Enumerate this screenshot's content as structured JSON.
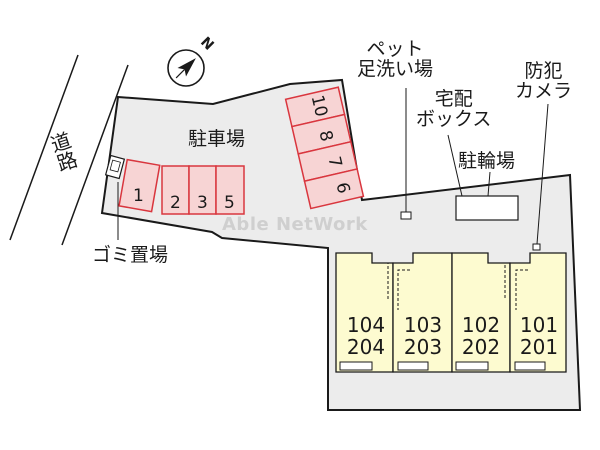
{
  "labels": {
    "road": "道路",
    "parking": "駐車場",
    "garbage": "ゴミ置場",
    "pet_wash_line1": "ペット",
    "pet_wash_line2": "足洗い場",
    "delivery_box_line1": "宅配",
    "delivery_box_line2": "ボックス",
    "bicycle_parking": "駐輪場",
    "camera_line1": "防犯",
    "camera_line2": "カメラ"
  },
  "parking_spaces": [
    "1",
    "2",
    "3",
    "5",
    "10",
    "8",
    "7",
    "6"
  ],
  "units": [
    {
      "upper": "104",
      "lower": "204"
    },
    {
      "upper": "103",
      "lower": "203"
    },
    {
      "upper": "102",
      "lower": "202"
    },
    {
      "upper": "101",
      "lower": "201"
    }
  ],
  "compass_label": "N",
  "watermark": "Able NetWork",
  "colors": {
    "lot": "#ececec",
    "building": "#fdfbd0",
    "parking_fill": "#f7d4d4",
    "parking_line": "#d9363e",
    "outline": "#1a1a1a"
  }
}
